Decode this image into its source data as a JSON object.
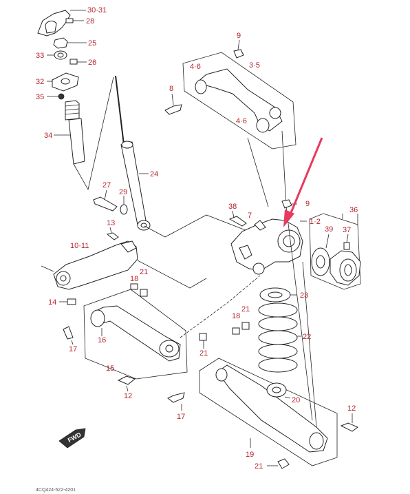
{
  "diagram": {
    "labels": {
      "l3031": "30·31",
      "l28": "28",
      "l25": "25",
      "l33": "33",
      "l26": "26",
      "l32": "32",
      "l35": "35",
      "l34": "34",
      "l27": "27",
      "l29": "29",
      "l24": "24",
      "l13": "13",
      "l1011": "10·11",
      "l14": "14",
      "l17a": "17",
      "l16": "16",
      "l15": "15",
      "l12a": "12",
      "l18a": "18",
      "l21a": "21",
      "l9a": "9",
      "l35b": "3·5",
      "l46a": "4·6",
      "l46b": "4·6",
      "l8": "8",
      "l38": "38",
      "l7": "7",
      "l9b": "9",
      "l12": "1·2",
      "l36": "36",
      "l39": "39",
      "l37": "37",
      "l23": "23",
      "l22": "22",
      "l18b": "18",
      "l21b": "21",
      "l21c": "21",
      "l20": "20",
      "l12b": "12",
      "l17b": "17",
      "l19": "19",
      "l21d": "21"
    },
    "fwd_label": "FWD",
    "footer_code": "4CQ424-522-4201",
    "arrow_color": "#e8395f",
    "label_color": "#b5262e"
  }
}
